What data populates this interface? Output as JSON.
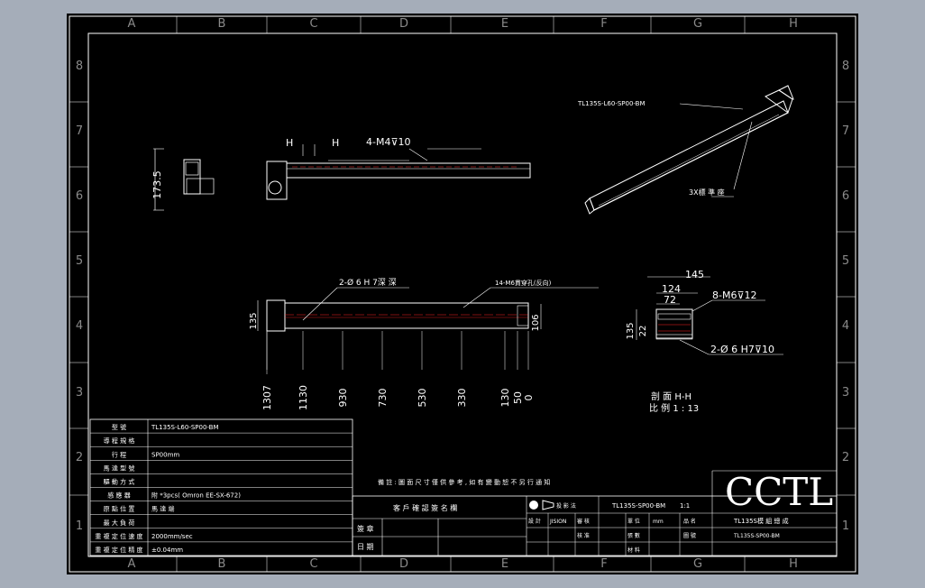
{
  "colors": {
    "background": "#a5adb9",
    "sheet": "#000000",
    "lines": "#ffffff",
    "zone_letters": "#8a8a8a",
    "centerline": "#ff2020"
  },
  "zones": {
    "cols": [
      "A",
      "B",
      "C",
      "D",
      "E",
      "F",
      "G",
      "H"
    ],
    "rows": [
      "8",
      "7",
      "6",
      "5",
      "4",
      "3",
      "2",
      "1"
    ]
  },
  "top_views": {
    "end_view_dim": "173.5",
    "h_left": "H",
    "h_right": "H",
    "tap_note": "4-M4⊽10"
  },
  "iso_view": {
    "part_no": "TL135S-L60-SP00-BM",
    "callout": "3X標 準 座"
  },
  "plan_view": {
    "pin_note": "2-Ø 6 H 7深 深",
    "hole_note": "14-M6貫穿孔(反向)",
    "height_left": "135",
    "height_right": "106",
    "stations": [
      "1307",
      "1130",
      "930",
      "730",
      "530",
      "330",
      "130",
      "50",
      "0"
    ]
  },
  "section_view": {
    "w1": "145",
    "w2": "124",
    "w3": "72",
    "tap_note": "8-M6⊽12",
    "h1": "135",
    "h2": "22",
    "pin_note": "2-Ø 6 H7⊽10",
    "title": "剖 面 H-H",
    "scale": "比 例 1 : 13"
  },
  "spec_table": [
    {
      "label": "型 號",
      "value": "TL135S-L60-SP00-BM"
    },
    {
      "label": "導 程 規 格",
      "value": ""
    },
    {
      "label": "行 程",
      "value": "SP00mm"
    },
    {
      "label": "馬 達 型 號",
      "value": ""
    },
    {
      "label": "驅 動 方 式",
      "value": ""
    },
    {
      "label": "感 應 器",
      "value": "附 *3pcs( Omron EE-SX-672)"
    },
    {
      "label": "原 點 位 置",
      "value": "馬 達 端"
    },
    {
      "label": "最 大 負 荷",
      "value": ""
    },
    {
      "label": "重 複 定 位 速 度",
      "value": "2000mm/sec"
    },
    {
      "label": "重 複 定 位 精 度",
      "value": "±0.04mm"
    }
  ],
  "note": "備 註 : 圖 面 尺 寸 僅 供 參 考 , 如 有 變 動 恕 不 另 行 通 知",
  "title_block": {
    "approval_header": "客 戶 確 認 簽 名 欄",
    "sign_label": "簽 章",
    "date_label": "日 期",
    "proj_label": "投 影 法",
    "drawing_no": "TL135S-SP00-BM",
    "scale_value": "1:1",
    "logo": "CCTL",
    "designer_label": "設 計",
    "designer": "JISION",
    "checker_label": "審 核",
    "approver_label": "核 准",
    "units_label": "單 位",
    "units": "mm",
    "sheet_label": "張 數",
    "material_label": "材 料",
    "part_name_label": "品 名",
    "part_name": "TL135S模 組 總 成",
    "drawing_no_label": "圖 號",
    "drawing_no_2": "TL135S-SP00-BM"
  }
}
